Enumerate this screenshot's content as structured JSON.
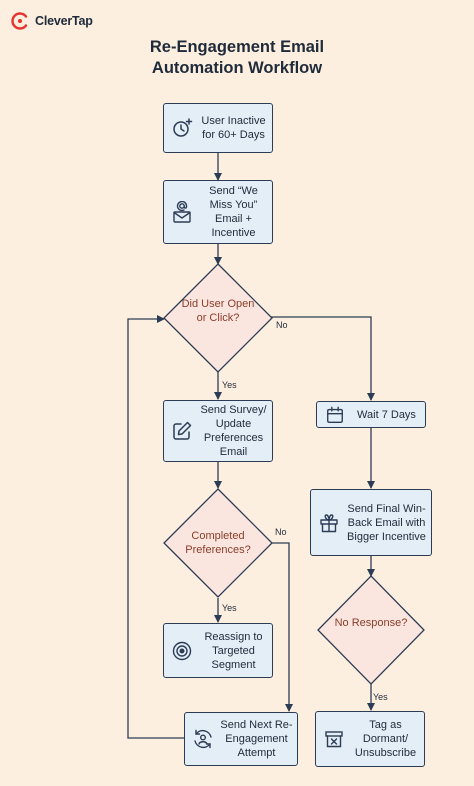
{
  "brand": {
    "name": "CleverTap",
    "color": "#e8322e"
  },
  "title": {
    "line1": "Re-Engagement Email",
    "line2": "Automation Workflow"
  },
  "colors": {
    "background": "#fcefdf",
    "box_fill": "#e3eef7",
    "diamond_fill": "#fbe6df",
    "stroke": "#2d3c55",
    "decision_text": "#8a3d2a"
  },
  "nodes": {
    "inactive": {
      "text": "User Inactive for 60+ Days",
      "icon": "clock-plus-icon"
    },
    "send_email": {
      "text": "Send “We Miss You” Email + Incentive",
      "icon": "email-at-icon"
    },
    "open_click": {
      "text": "Did User Open or Click?"
    },
    "survey": {
      "text": "Send Survey/ Update Preferences Email",
      "icon": "edit-icon"
    },
    "completed": {
      "text": "Completed Preferences?"
    },
    "reassign": {
      "text": "Reassign to Targeted Segment",
      "icon": "target-icon"
    },
    "next_attempt": {
      "text": "Send Next Re-Engagement Attempt",
      "icon": "user-refresh-icon"
    },
    "wait": {
      "text": "Wait 7 Days",
      "icon": "calendar-icon"
    },
    "final_email": {
      "text": "Send Final Win-Back Email with Bigger Incentive",
      "icon": "gift-icon"
    },
    "no_response": {
      "text": "No Response?"
    },
    "dormant": {
      "text": "Tag as Dormant/ Unsubscribe",
      "icon": "archive-x-icon"
    }
  },
  "edge_labels": {
    "no1": "No",
    "yes1": "Yes",
    "no2": "No",
    "yes2": "Yes",
    "yes3": "Yes"
  }
}
